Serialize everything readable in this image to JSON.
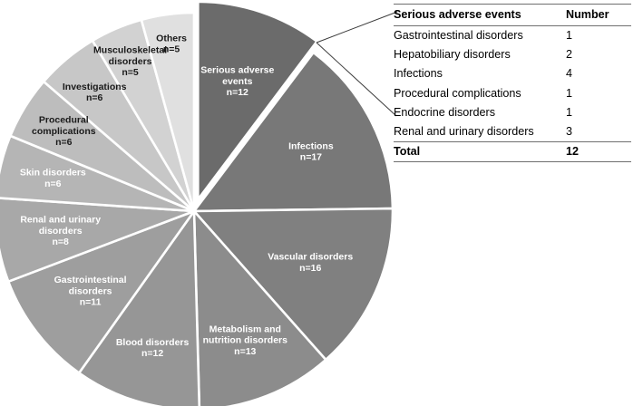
{
  "chart_data": {
    "type": "pie",
    "title": "",
    "unit_prefix": "n=",
    "total": 117,
    "start_angle_deg": 0,
    "direction": "clockwise",
    "legend": "none",
    "categories": [
      "Serious adverse events",
      "Infections",
      "Vascular disorders",
      "Metabolism and nutrition disorders",
      "Blood disorders",
      "Gastrointestinal disorders",
      "Renal and urinary disorders",
      "Skin disorders",
      "Procedural complications",
      "Investigations",
      "Musculoskeletal disorders",
      "Others"
    ],
    "values": [
      12,
      17,
      16,
      13,
      12,
      11,
      8,
      6,
      6,
      6,
      5,
      5
    ],
    "colors": [
      "#6b6b6b",
      "#787878",
      "#808080",
      "#8c8c8c",
      "#969696",
      "#9e9e9e",
      "#a8a8a8",
      "#b5b5b5",
      "#bdbdbd",
      "#c7c7c7",
      "#d2d2d2",
      "#e0e0e0"
    ],
    "slices": [
      {
        "label": "Serious adverse events",
        "value": 12,
        "label_text": "n=12",
        "color": "#6b6b6b",
        "exploded": true,
        "label_fill": "light",
        "lines": [
          "Serious adverse",
          "events",
          "n=12"
        ]
      },
      {
        "label": "Infections",
        "value": 17,
        "label_text": "n=17",
        "color": "#787878",
        "exploded": false,
        "label_fill": "light",
        "lines": [
          "Infections",
          "n=17"
        ]
      },
      {
        "label": "Vascular disorders",
        "value": 16,
        "label_text": "n=16",
        "color": "#808080",
        "exploded": false,
        "label_fill": "light",
        "lines": [
          "Vascular disorders",
          "n=16"
        ]
      },
      {
        "label": "Metabolism and nutrition disorders",
        "value": 13,
        "label_text": "n=13",
        "color": "#8c8c8c",
        "exploded": false,
        "label_fill": "light",
        "lines": [
          "Metabolism and",
          "nutrition disorders",
          "n=13"
        ]
      },
      {
        "label": "Blood disorders",
        "value": 12,
        "label_text": "n=12",
        "color": "#969696",
        "exploded": false,
        "label_fill": "light",
        "lines": [
          "Blood disorders",
          "n=12"
        ]
      },
      {
        "label": "Gastrointestinal disorders",
        "value": 11,
        "label_text": "n=11",
        "color": "#9e9e9e",
        "exploded": false,
        "label_fill": "light",
        "lines": [
          "Gastrointestinal",
          "disorders",
          "n=11"
        ]
      },
      {
        "label": "Renal and urinary disorders",
        "value": 8,
        "label_text": "n=8",
        "color": "#a8a8a8",
        "exploded": false,
        "label_fill": "light",
        "lines": [
          "Renal and urinary",
          "disorders",
          "n=8"
        ]
      },
      {
        "label": "Skin disorders",
        "value": 6,
        "label_text": "n=6",
        "color": "#b5b5b5",
        "exploded": false,
        "label_fill": "light",
        "lines": [
          "Skin disorders",
          "n=6"
        ]
      },
      {
        "label": "Procedural complications",
        "value": 6,
        "label_text": "n=6",
        "color": "#bdbdbd",
        "exploded": false,
        "label_fill": "dark",
        "lines": [
          "Procedural",
          "complications",
          "n=6"
        ]
      },
      {
        "label": "Investigations",
        "value": 6,
        "label_text": "n=6",
        "color": "#c7c7c7",
        "exploded": false,
        "label_fill": "dark",
        "lines": [
          "Investigations",
          "n=6"
        ]
      },
      {
        "label": "Musculoskeletal disorders",
        "value": 5,
        "label_text": "n=5",
        "color": "#d2d2d2",
        "exploded": false,
        "label_fill": "dark",
        "lines": [
          "Musculoskeletal",
          "disorders",
          "n=5"
        ]
      },
      {
        "label": "Others",
        "value": 5,
        "label_text": "n=5",
        "color": "#e0e0e0",
        "exploded": false,
        "label_fill": "dark",
        "lines": [
          "Others",
          "n=5"
        ]
      }
    ]
  },
  "table": {
    "headers": [
      "Serious adverse events",
      "Number"
    ],
    "rows": [
      [
        "Gastrointestinal disorders",
        "1"
      ],
      [
        "Hepatobiliary disorders",
        "2"
      ],
      [
        "Infections",
        "4"
      ],
      [
        "Procedural complications",
        "1"
      ],
      [
        "Endocrine disorders",
        "1"
      ],
      [
        "Renal and urinary disorders",
        "3"
      ]
    ],
    "total": [
      "Total",
      "12"
    ]
  }
}
